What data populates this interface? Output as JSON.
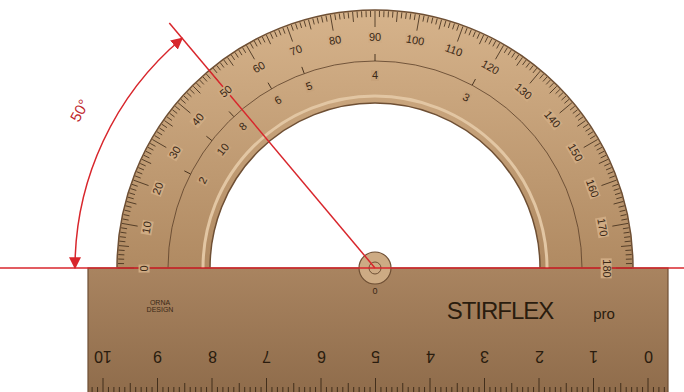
{
  "diagram": {
    "labels": [
      "50°",
      "0",
      "10",
      "20",
      "30",
      "40",
      "50",
      "60",
      "70",
      "80",
      "90",
      "100",
      "110",
      "120",
      "130",
      "140",
      "150",
      "160",
      "170",
      "180",
      "2",
      "10",
      "8",
      "6",
      "5",
      "4",
      "3",
      "10",
      "9",
      "8",
      "7",
      "6",
      "5",
      "4",
      "3",
      "2",
      "1",
      "0",
      "ORNA DESIGN",
      "STIRFLEX",
      "pro",
      "0"
    ]
  }
}
